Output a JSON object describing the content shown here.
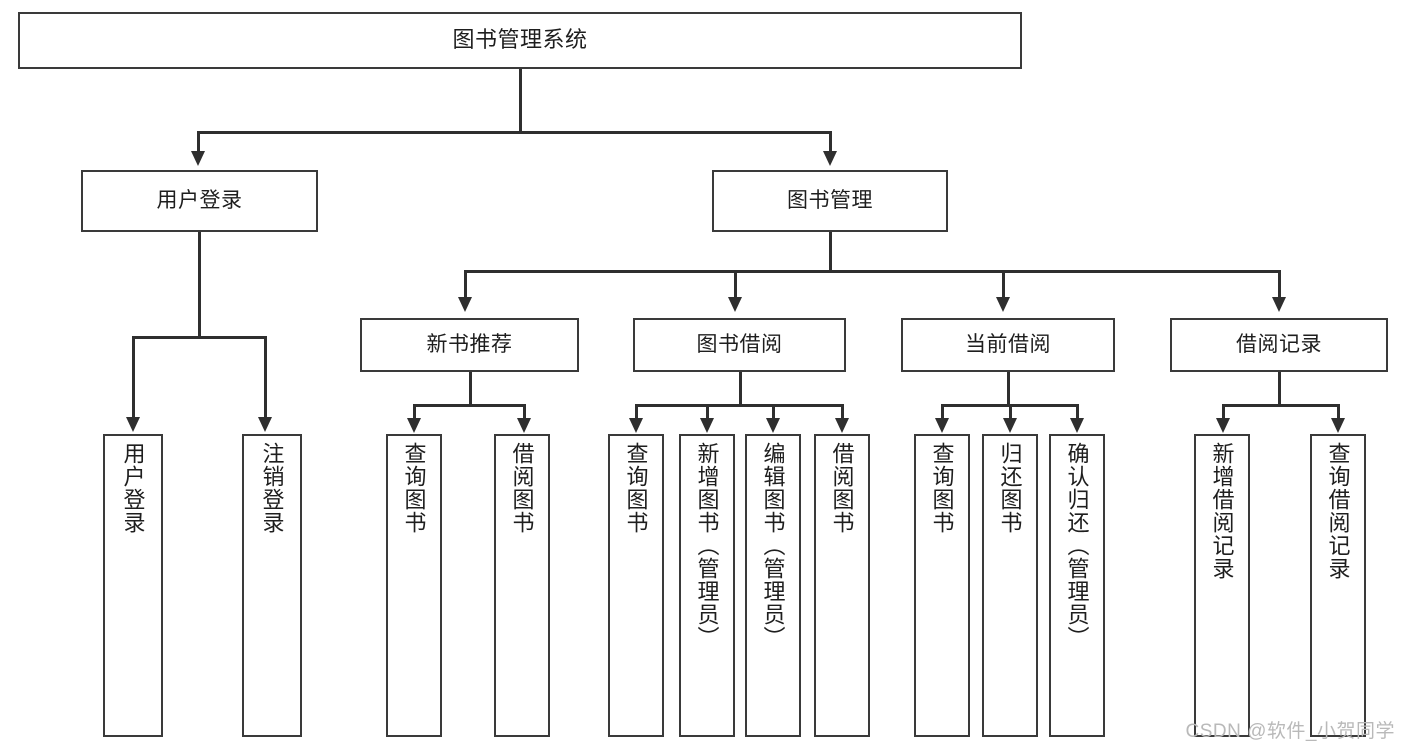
{
  "diagram": {
    "title": "图书管理系统",
    "type": "tree-hierarchy-chart",
    "root": {
      "label": "图书管理系统"
    },
    "level2": [
      {
        "label": "用户登录"
      },
      {
        "label": "图书管理"
      }
    ],
    "level3": [
      {
        "label": "新书推荐"
      },
      {
        "label": "图书借阅"
      },
      {
        "label": "当前借阅"
      },
      {
        "label": "借阅记录"
      }
    ],
    "leaves": {
      "user_login": [
        {
          "label": "用户登录"
        },
        {
          "label": "注销登录"
        }
      ],
      "new_book_recommend": [
        {
          "label": "查询图书"
        },
        {
          "label": "借阅图书"
        }
      ],
      "book_borrow": [
        {
          "label": "查询图书"
        },
        {
          "label": "新增图书（管理员）"
        },
        {
          "label": "编辑图书（管理员）"
        },
        {
          "label": "借阅图书"
        }
      ],
      "current_borrow": [
        {
          "label": "查询图书"
        },
        {
          "label": "归还图书"
        },
        {
          "label": "确认归还（管理员）"
        }
      ],
      "borrow_record": [
        {
          "label": "新增借阅记录"
        },
        {
          "label": "查询借阅记录"
        }
      ]
    }
  },
  "watermark": {
    "text": "CSDN @软件_小贺同学"
  },
  "colors": {
    "box_border": "#3a3a3a",
    "line": "#2f2f2f",
    "background": "#ffffff",
    "watermark": "#b9b9b9"
  }
}
